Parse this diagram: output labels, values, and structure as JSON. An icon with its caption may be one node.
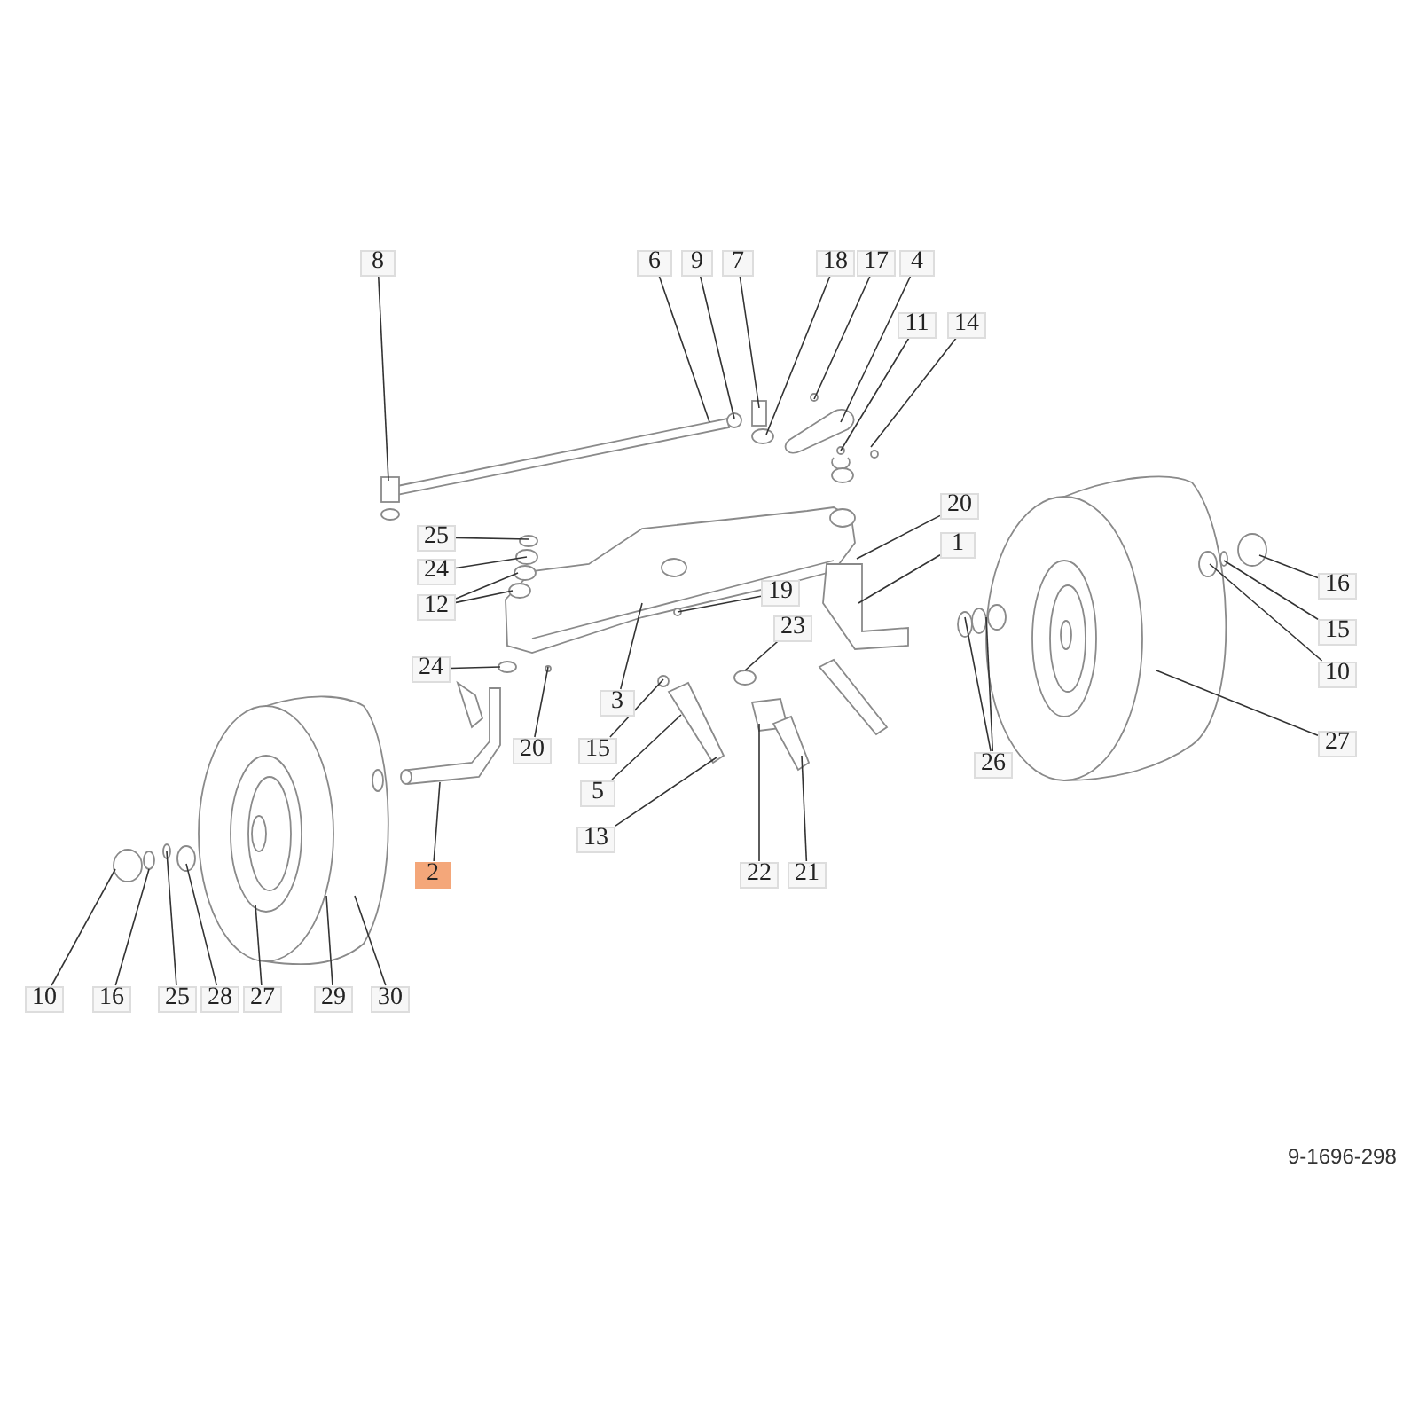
{
  "diagram": {
    "nodes": [
      {
        "text": [
          "8"
        ]
      },
      {
        "text": [
          "6"
        ]
      },
      {
        "text": [
          "9"
        ]
      },
      {
        "text": [
          "7"
        ]
      },
      {
        "text": [
          "18"
        ]
      },
      {
        "text": [
          "17"
        ]
      },
      {
        "text": [
          "4"
        ]
      },
      {
        "text": [
          "11"
        ]
      },
      {
        "text": [
          "14"
        ]
      },
      {
        "text": [
          "20"
        ]
      },
      {
        "text": [
          "1"
        ]
      },
      {
        "text": [
          "25"
        ]
      },
      {
        "text": [
          "24"
        ]
      },
      {
        "text": [
          "12"
        ]
      },
      {
        "text": [
          "19"
        ]
      },
      {
        "text": [
          "23"
        ]
      },
      {
        "text": [
          "24"
        ]
      },
      {
        "text": [
          "20"
        ]
      },
      {
        "text": [
          "3"
        ]
      },
      {
        "text": [
          "15"
        ]
      },
      {
        "text": [
          "5"
        ]
      },
      {
        "text": [
          "13"
        ]
      },
      {
        "text": [
          "22"
        ]
      },
      {
        "text": [
          "21"
        ]
      },
      {
        "text": [
          "2"
        ]
      },
      {
        "text": [
          "10"
        ]
      },
      {
        "text": [
          "16"
        ]
      },
      {
        "text": [
          "25"
        ]
      },
      {
        "text": [
          "28"
        ]
      },
      {
        "text": [
          "27"
        ]
      },
      {
        "text": [
          "29"
        ]
      },
      {
        "text": [
          "30"
        ]
      },
      {
        "text": [
          "16"
        ]
      },
      {
        "text": [
          "15"
        ]
      },
      {
        "text": [
          "10"
        ]
      },
      {
        "text": [
          "27"
        ]
      },
      {
        "text": [
          "26"
        ]
      }
    ],
    "edges": [
      {
        "from": 0,
        "to": null,
        "arrow": "none"
      },
      {
        "from": 1,
        "to": null,
        "arrow": "none"
      },
      {
        "from": 2,
        "to": null,
        "arrow": "none"
      },
      {
        "from": 3,
        "to": null,
        "arrow": "none"
      },
      {
        "from": 4,
        "to": null,
        "arrow": "none"
      },
      {
        "from": 5,
        "to": null,
        "arrow": "none"
      },
      {
        "from": 6,
        "to": null,
        "arrow": "none"
      },
      {
        "from": 7,
        "to": null,
        "arrow": "none"
      },
      {
        "from": 8,
        "to": null,
        "arrow": "none"
      },
      {
        "from": 9,
        "to": null,
        "arrow": "none"
      },
      {
        "from": 10,
        "to": null,
        "arrow": "none"
      },
      {
        "from": 11,
        "to": null,
        "arrow": "none"
      },
      {
        "from": 12,
        "to": null,
        "arrow": "none"
      },
      {
        "from": 13,
        "to": null,
        "arrow": "none"
      },
      {
        "from": 13,
        "to": null,
        "arrow": "none"
      },
      {
        "from": 14,
        "to": null,
        "arrow": "none"
      },
      {
        "from": 15,
        "to": null,
        "arrow": "none"
      },
      {
        "from": 16,
        "to": null,
        "arrow": "none"
      },
      {
        "from": 17,
        "to": null,
        "arrow": "none"
      },
      {
        "from": 18,
        "to": null,
        "arrow": "none"
      },
      {
        "from": 19,
        "to": null,
        "arrow": "none"
      },
      {
        "from": 20,
        "to": null,
        "arrow": "none"
      },
      {
        "from": 21,
        "to": null,
        "arrow": "none"
      },
      {
        "from": 22,
        "to": null,
        "arrow": "none"
      },
      {
        "from": 23,
        "to": null,
        "arrow": "none"
      },
      {
        "from": 24,
        "to": null,
        "arrow": "none"
      },
      {
        "from": 25,
        "to": null,
        "arrow": "none"
      },
      {
        "from": 26,
        "to": null,
        "arrow": "none"
      },
      {
        "from": 27,
        "to": null,
        "arrow": "none"
      },
      {
        "from": 28,
        "to": null,
        "arrow": "none"
      },
      {
        "from": 29,
        "to": null,
        "arrow": "none"
      },
      {
        "from": 30,
        "to": null,
        "arrow": "none"
      },
      {
        "from": 31,
        "to": null,
        "arrow": "none"
      },
      {
        "from": 32,
        "to": null,
        "arrow": "none"
      },
      {
        "from": 33,
        "to": null,
        "arrow": "none"
      },
      {
        "from": 34,
        "to": null,
        "arrow": "none"
      },
      {
        "from": 35,
        "to": null,
        "arrow": "none"
      },
      {
        "from": 36,
        "to": null,
        "arrow": "none"
      },
      {
        "from": 36,
        "to": null,
        "arrow": "none"
      }
    ],
    "labels": [
      "9-1696-298"
    ]
  }
}
